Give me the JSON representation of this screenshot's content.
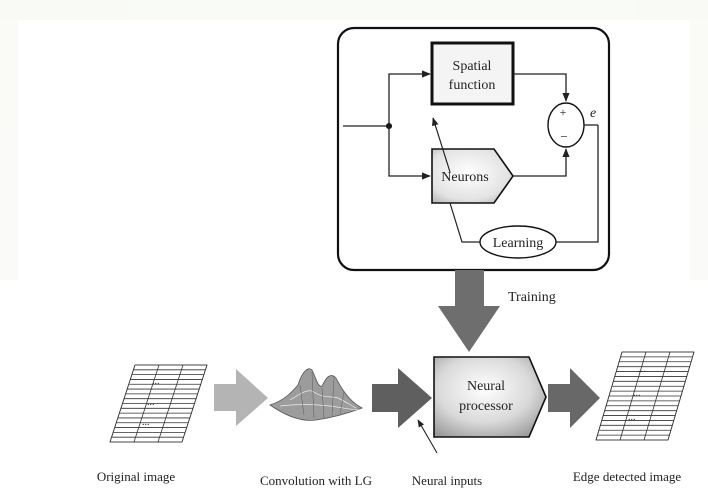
{
  "training_box": {
    "spatial_function_label": [
      "Spatial",
      "function"
    ],
    "neurons_label": "Neurons",
    "learning_label": "Learning",
    "error_symbol": "e",
    "plus_sign": "+",
    "minus_sign": "−"
  },
  "training_label": "Training",
  "neural_processor_label": [
    "Neural",
    "processor"
  ],
  "captions": {
    "original_image": "Original image",
    "convolution": "Convolution with LG",
    "neural_inputs": "Neural inputs",
    "edge_detected_image": "Edge detected image"
  },
  "grid_marks": "..."
}
